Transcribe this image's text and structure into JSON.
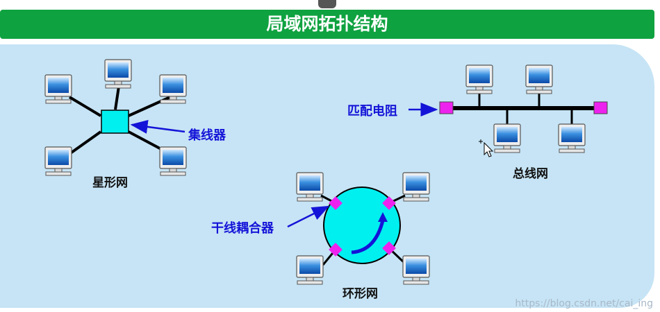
{
  "title": "局域网拓扑结构",
  "labels": {
    "hub": "集线器",
    "star": "星形网",
    "terminator": "匹配电阻",
    "bus": "总线网",
    "coupler": "干线耦合器",
    "ring": "环形网"
  },
  "watermark": "https://blog.csdn.net/cai_ing",
  "colors": {
    "title_bg": "#0fa240",
    "panel_bg": "#c6e4f5",
    "hub": "#00f0f0",
    "ring": "#00f0f0",
    "coupler": "#ee22ee",
    "terminator": "#ee22ee",
    "label_blue": "#1414d8"
  },
  "icons": [
    "computer-icon"
  ]
}
